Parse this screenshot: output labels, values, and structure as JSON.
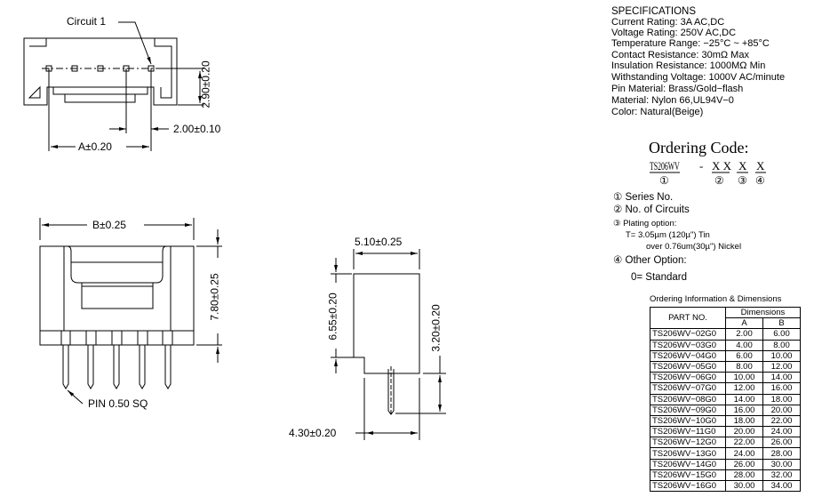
{
  "top_view": {
    "circuit_label": "Circuit  1",
    "dim_height": "2.90±0.20",
    "dim_pitch": "2.00±0.10",
    "dim_a": "A±0.20"
  },
  "front_view": {
    "dim_b": "B±0.25",
    "dim_height": "7.80±0.25",
    "pin_label": "PIN  0.50  SQ"
  },
  "side_view": {
    "dim_width": "5.10±0.25",
    "dim_body": "6.55±0.20",
    "dim_pin": "3.20±0.20",
    "dim_offset": "4.30±0.20"
  },
  "specifications": {
    "title": "SPECIFICATIONS",
    "lines": [
      "Current Rating: 3A AC,DC",
      "Voltage Rating: 250V AC,DC",
      "Temperature Range: −25°C ~ +85°C",
      "Contact Resistance: 30mΩ Max",
      "Insulation Resistance: 1000MΩ Min",
      "Withstanding Voltage: 1000V AC/minute",
      "Pin Material: Brass/Gold−flash",
      "Material: Nylon 66,UL94V−0",
      "Color: Natural(Beige)"
    ]
  },
  "ordering_code": {
    "title": "Ordering Code:",
    "series": "TS206WV",
    "dash": "-",
    "x2": "X X",
    "x3": "X",
    "x4": "X",
    "m1": "①",
    "m2": "②",
    "m3": "③",
    "m4": "④",
    "legend": {
      "l1": "① Series No.",
      "l2": "② No. of Circuits",
      "l3": "③ Plating option:",
      "l3a": "T=  3.05µm  (120µ\")  Tin",
      "l3b": "over  0.76um(30µ\")  Nickel",
      "l4": "④ Other Option:",
      "l4a": "0=  Standard"
    }
  },
  "table": {
    "title": "Ordering Information & Dimensions",
    "header_part": "PART NO.",
    "header_dims": "Dimensions",
    "header_a": "A",
    "header_b": "B",
    "rows": [
      [
        "TS206WV−02G0",
        "2.00",
        "6.00"
      ],
      [
        "TS206WV−03G0",
        "4.00",
        "8.00"
      ],
      [
        "TS206WV−04G0",
        "6.00",
        "10.00"
      ],
      [
        "TS206WV−05G0",
        "8.00",
        "12.00"
      ],
      [
        "TS206WV−06G0",
        "10.00",
        "14.00"
      ],
      [
        "TS206WV−07G0",
        "12.00",
        "16.00"
      ],
      [
        "TS206WV−08G0",
        "14.00",
        "18.00"
      ],
      [
        "TS206WV−09G0",
        "16.00",
        "20.00"
      ],
      [
        "TS206WV−10G0",
        "18.00",
        "22.00"
      ],
      [
        "TS206WV−11G0",
        "20.00",
        "24.00"
      ],
      [
        "TS206WV−12G0",
        "22.00",
        "26.00"
      ],
      [
        "TS206WV−13G0",
        "24.00",
        "28.00"
      ],
      [
        "TS206WV−14G0",
        "26.00",
        "30.00"
      ],
      [
        "TS206WV−15G0",
        "28.00",
        "32.00"
      ],
      [
        "TS206WV−16G0",
        "30.00",
        "34.00"
      ]
    ]
  }
}
